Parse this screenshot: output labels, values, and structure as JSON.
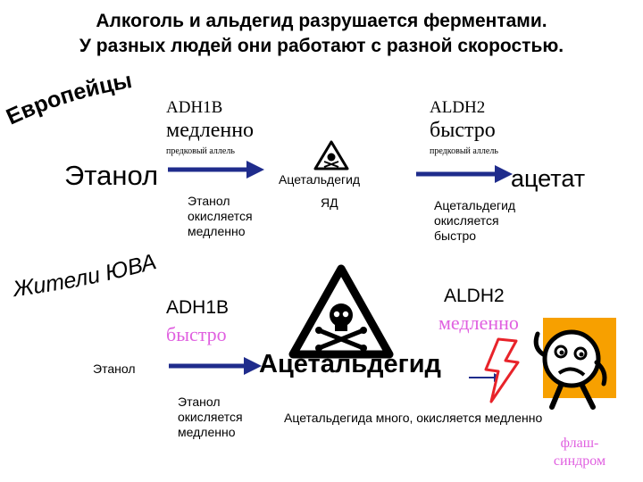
{
  "title": {
    "line1": "Алкоголь и альдегид разрушается ферментами.",
    "line2": "У разных людей они работают с разной скоростью."
  },
  "europeans": {
    "group_label": "Европейцы",
    "adh1b": {
      "name": "ADH1B",
      "speed": "медленно",
      "allele": "предковый аллель"
    },
    "aldh2": {
      "name": "ALDH2",
      "speed": "быстро",
      "allele": "предковый аллель"
    },
    "substrate": "Этанол",
    "ethanol_note": "Этанол\nокисляется\nмедленно",
    "intermediate": "Ацетальдегид",
    "poison": "ЯД",
    "product": "ацетат",
    "acetaldehyde_note": "Ацетальдегид\nокисляется\nбыстро"
  },
  "asians": {
    "group_label": "Жители ЮВА",
    "adh1b": {
      "name": "ADH1B",
      "speed": "быстро"
    },
    "aldh2": {
      "name": "ALDH2",
      "speed": "медленно"
    },
    "substrate": "Этанол",
    "intermediate": "Ацетальдегид",
    "ethanol_note": "Этанол\nокисляется\nмедленно",
    "acetaldehyde_note": "Ацетальдегида много, окисляется медленно",
    "outcome": "флаш-\nсиндром"
  },
  "icons": [
    "hazard-skull-icon",
    "lightning-icon",
    "sad-face-icon"
  ],
  "colors": {
    "arrow": "#1f2c8c",
    "accent_pink": "#e060e0",
    "hazard_bg": "#f7a000",
    "lightning": "#e8232a"
  }
}
